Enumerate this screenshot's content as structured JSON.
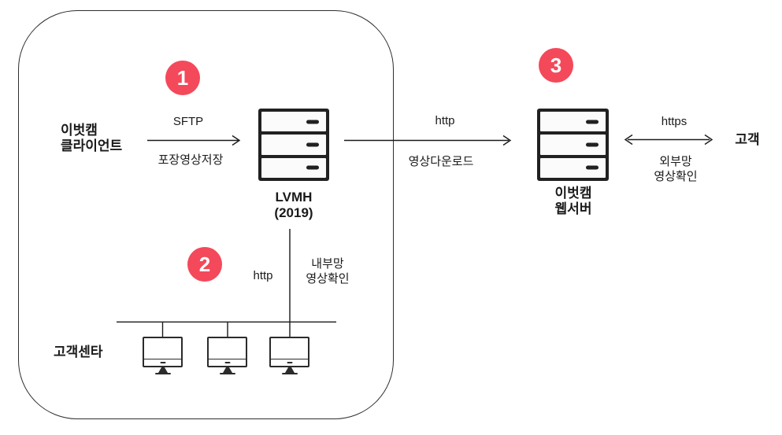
{
  "diagram": {
    "steps": [
      {
        "number": "1"
      },
      {
        "number": "2"
      },
      {
        "number": "3"
      }
    ],
    "nodes": {
      "client": {
        "line1": "이벗캠",
        "line2": "클라이언트"
      },
      "lvmh_server": {
        "line1": "LVMH",
        "line2": "(2019)"
      },
      "web_server": {
        "line1": "이벗캠",
        "line2": "웹서버"
      },
      "customer": {
        "label": "고객"
      },
      "customer_center": {
        "label": "고객센타"
      }
    },
    "links": {
      "sftp": {
        "protocol": "SFTP",
        "desc": "포장영상저장"
      },
      "http_download": {
        "protocol": "http",
        "desc": "영상다운로드"
      },
      "https_external": {
        "protocol": "https",
        "desc1": "외부망",
        "desc2": "영상확인"
      },
      "http_internal": {
        "protocol": "http",
        "desc1": "내부망",
        "desc2": "영상확인"
      }
    },
    "colors": {
      "badge": "#f4495a",
      "line": "#1a1a1a"
    }
  }
}
